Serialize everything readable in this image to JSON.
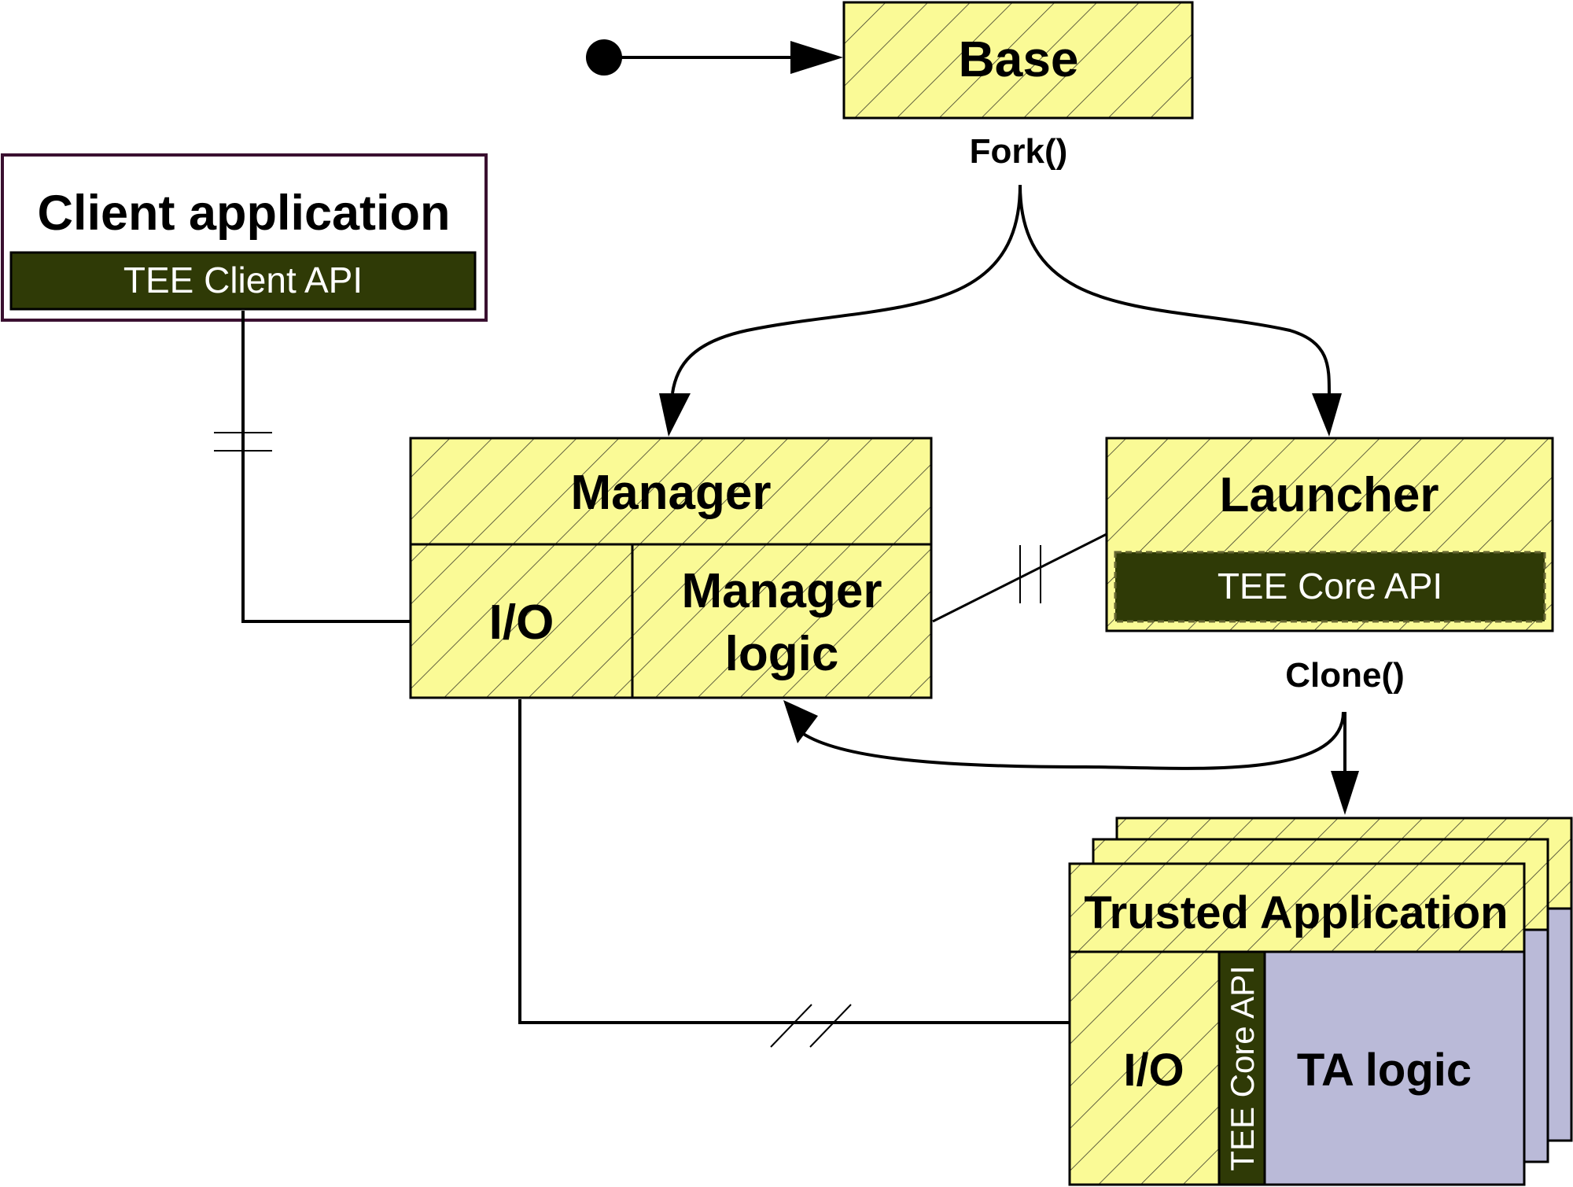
{
  "colors": {
    "box_fill": "#fafa96",
    "hatch_line": "#3a3a2a",
    "api_fill": "#2f3a06",
    "ta_logic_fill": "#babad8",
    "client_border": "#3a1030",
    "line": "#000000"
  },
  "base": {
    "title": "Base",
    "fork_label": "Fork()"
  },
  "client": {
    "title": "Client application",
    "api_label": "TEE Client API"
  },
  "manager": {
    "title": "Manager",
    "io_label": "I/O",
    "logic_line1": "Manager",
    "logic_line2": "logic"
  },
  "launcher": {
    "title": "Launcher",
    "api_label": "TEE Core API",
    "clone_label": "Clone()"
  },
  "trusted_app": {
    "title": "Trusted Application",
    "io_label": "I/O",
    "api_label": "TEE Core API",
    "logic_label": "TA logic"
  }
}
